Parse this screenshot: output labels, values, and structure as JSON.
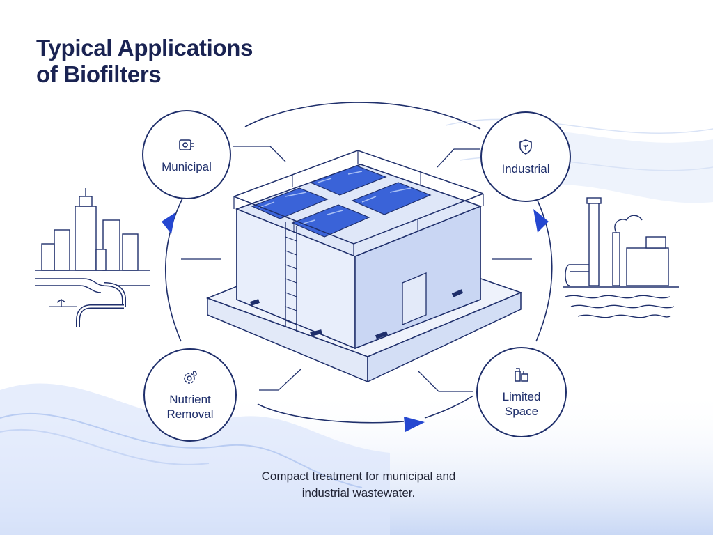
{
  "title": {
    "line1": "Typical Applications",
    "line2": "of Biofilters"
  },
  "nodes": {
    "municipal": {
      "label": "Municipal",
      "icon": "pipe-valve-icon"
    },
    "industrial": {
      "label": "Industrial",
      "icon": "shield-leaf-icon"
    },
    "nutrient": {
      "label_line1": "Nutrient",
      "label_line2": "Removal",
      "icon": "gear-leaf-icon"
    },
    "limited": {
      "label_line1": "Limited",
      "label_line2": "Space",
      "icon": "compact-tanks-icon"
    }
  },
  "illustrations": {
    "left": "city-skyline-with-pipes",
    "right": "industrial-plant-with-water",
    "center": "biofilter-tank-structure"
  },
  "caption": {
    "line1": "Compact treatment for municipal and",
    "line2": "industrial wastewater."
  },
  "colors": {
    "title": "#1a2352",
    "outline": "#1f2f6b",
    "accent": "#2547d0",
    "water": "#3a63d8"
  }
}
